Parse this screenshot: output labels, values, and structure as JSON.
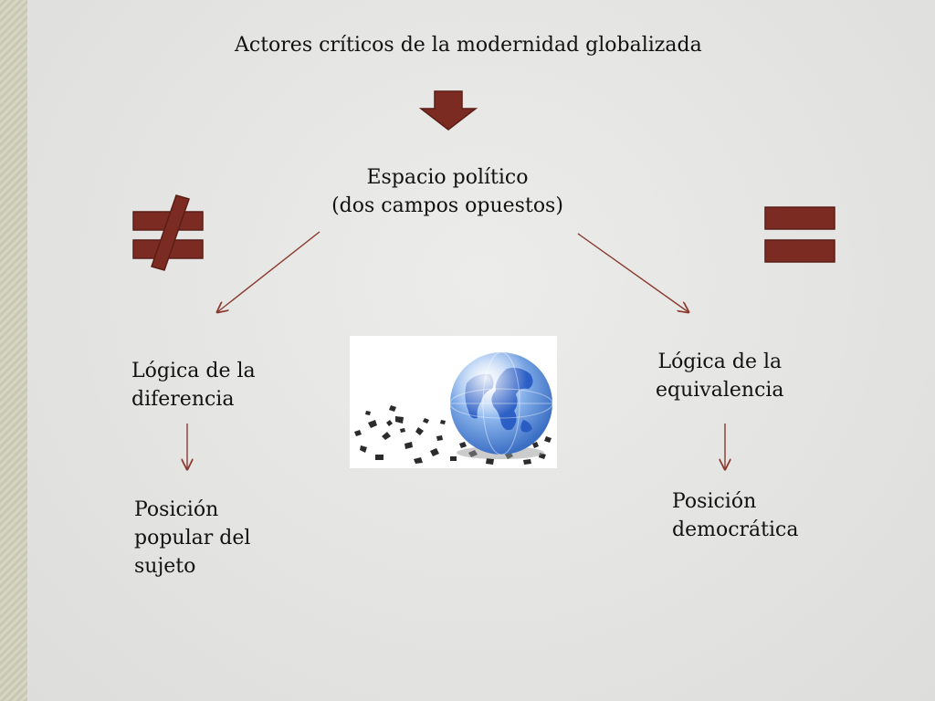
{
  "title": "Actores críticos de la modernidad globalizada",
  "center": {
    "line1": "Espacio político",
    "line2": "(dos campos opuestos)"
  },
  "left": {
    "logic_line1": "Lógica de la",
    "logic_line2": "diferencia",
    "pos_line1": "Posición",
    "pos_line2": "popular del",
    "pos_line3": "sujeto"
  },
  "right": {
    "logic_line1": "Lógica de la",
    "logic_line2": "equivalencia",
    "pos_line1": "Posición",
    "pos_line2": "democrática"
  },
  "symbols": {
    "left": "not-equal-icon",
    "right": "equals-icon",
    "down": "down-arrow-icon"
  },
  "colors": {
    "accent": "#7b2b22",
    "arrow": "#8b3a30",
    "globe": "#2f6fd0"
  }
}
